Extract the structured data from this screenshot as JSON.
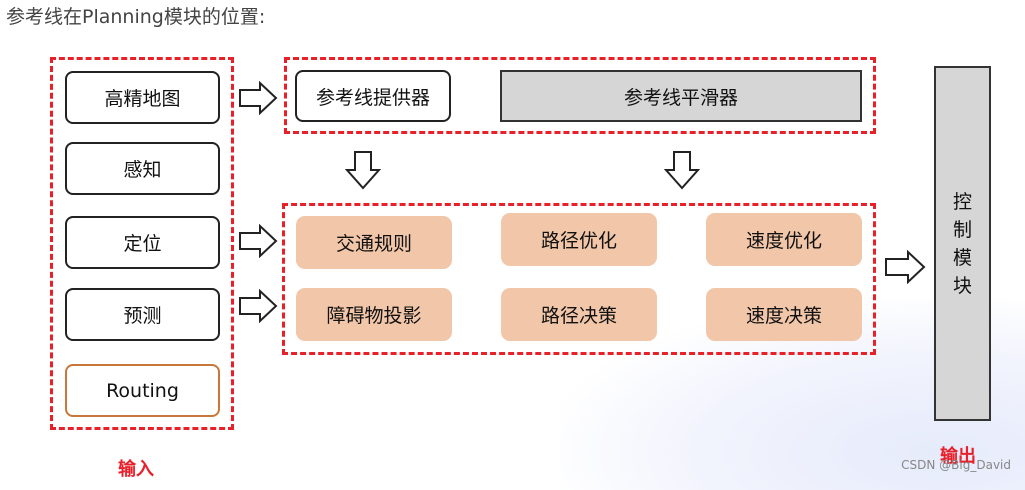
{
  "title": "参考线在Planning模块的位置:",
  "inputs": {
    "items": [
      "高精地图",
      "感知",
      "定位",
      "预测",
      "Routing"
    ],
    "label": "输入"
  },
  "reference_line": {
    "provider": "参考线提供器",
    "smoother": "参考线平滑器"
  },
  "planning_modules": [
    "交通规则",
    "路径优化",
    "速度优化",
    "障碍物投影",
    "路径决策",
    "速度决策"
  ],
  "control": {
    "chars": [
      "控",
      "制",
      "模",
      "块"
    ]
  },
  "output_label": "输出",
  "watermark": "CSDN @Big_David",
  "colors": {
    "dash_red": "#e8202a",
    "peach": "#f2c6a8",
    "gray": "#d6d6d6",
    "routing_border": "#c8773a"
  }
}
